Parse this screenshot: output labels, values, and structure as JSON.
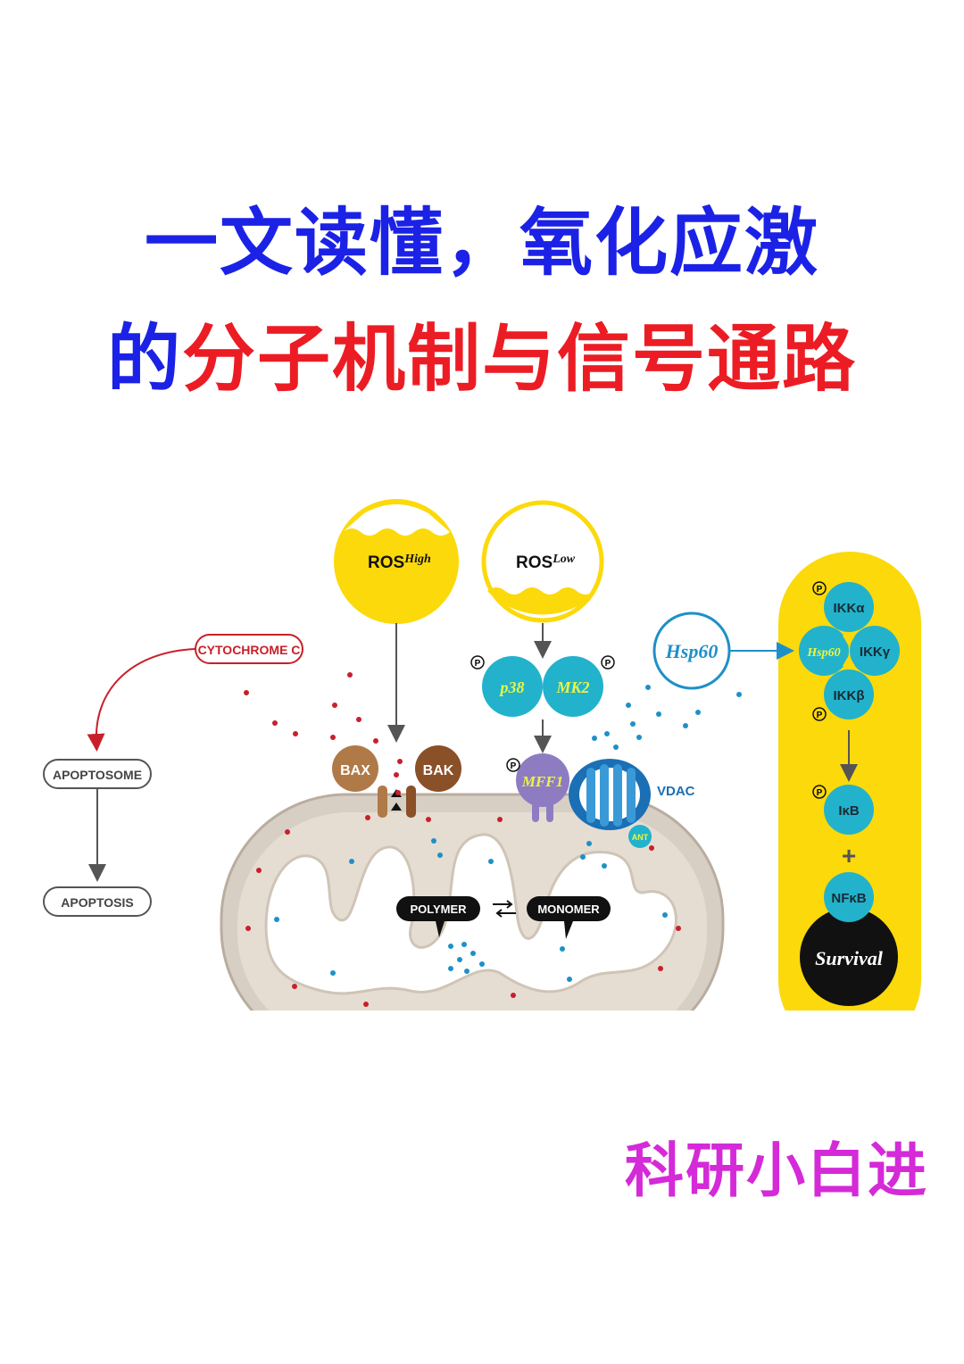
{
  "title": {
    "line1": "一文读懂，氧化应激",
    "line2_prefix": "的",
    "line2_rest": "分子机制与信号通路"
  },
  "author": "科研小白进",
  "diagram": {
    "ros_high": {
      "main": "ROS",
      "sup": "High"
    },
    "ros_low": {
      "main": "ROS",
      "sup": "Low"
    },
    "cytochrome_c": "CYTOCHROME C",
    "apoptosome": "APOPTOSOME",
    "apoptosis": "APOPTOSIS",
    "bax": "BAX",
    "bak": "BAK",
    "p38": "p38",
    "mk2": "MK2",
    "mff1": "MFF1",
    "vdac": "VDAC",
    "ant": "ANT",
    "hsp60": "Hsp60",
    "polymer": "POLYMER",
    "monomer": "MONOMER",
    "phospho": "P",
    "complex": {
      "ikk_alpha": "IKKα",
      "hsp60": "Hsp60",
      "ikk_gamma": "IKKγ",
      "ikk_beta": "IKKβ",
      "ikb": "IκB",
      "plus": "+",
      "nfkb": "NFκB",
      "survival": "Survival"
    }
  },
  "colors": {
    "title_blue": "#1b22e6",
    "title_red": "#ec1c24",
    "author_magenta": "#d42ad8",
    "yellow": "#fcd90a",
    "teal": "#22b2cc",
    "cyto_red": "#c8202a",
    "hsp_blue": "#1e90c8"
  }
}
